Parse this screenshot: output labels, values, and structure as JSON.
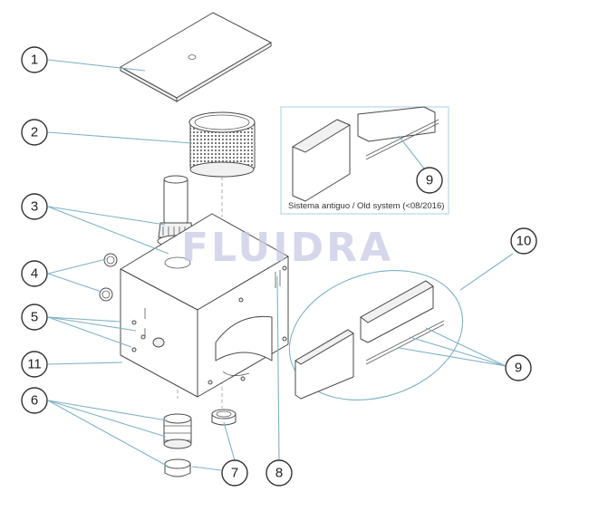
{
  "watermark": "FLUIDRA",
  "inset": {
    "caption": "Sistema antiguo / Old system (<08/2016)"
  },
  "callouts": [
    {
      "id": "c1",
      "label": "1"
    },
    {
      "id": "c2",
      "label": "2"
    },
    {
      "id": "c3",
      "label": "3"
    },
    {
      "id": "c4",
      "label": "4"
    },
    {
      "id": "c5",
      "label": "5"
    },
    {
      "id": "c11",
      "label": "11"
    },
    {
      "id": "c6",
      "label": "6"
    },
    {
      "id": "c7",
      "label": "7"
    },
    {
      "id": "c8",
      "label": "8"
    },
    {
      "id": "c9a",
      "label": "9"
    },
    {
      "id": "c9b",
      "label": "9"
    },
    {
      "id": "c10",
      "label": "10"
    }
  ],
  "colors": {
    "leader": "#7fb2c4",
    "outline": "#4a4a4a",
    "watermark": "#c9c9e6"
  }
}
